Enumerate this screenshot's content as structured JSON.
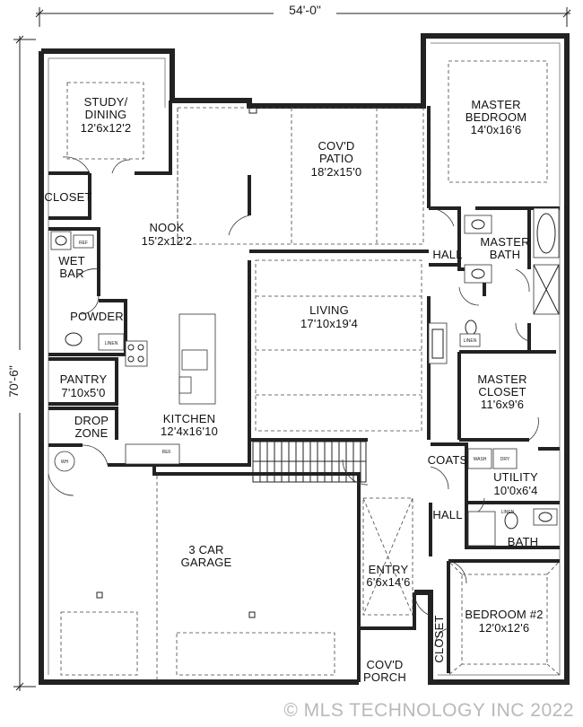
{
  "plan": {
    "width_dim": "54'-0\"",
    "depth_dim": "70'-6\"",
    "watermark": "© MLS TECHNOLOGY INC 2022",
    "rooms": {
      "study": {
        "name_1": "STUDY/",
        "name_2": "DINING",
        "size": "12'6x12'2"
      },
      "closet_study": {
        "name": "CLOSET"
      },
      "nook": {
        "name": "NOOK",
        "size": "15'2x12'2"
      },
      "wet_bar": {
        "name_1": "WET",
        "name_2": "BAR"
      },
      "powder": {
        "name": "POWDER"
      },
      "pantry": {
        "name": "PANTRY",
        "size": "7'10x5'0"
      },
      "drop_zone": {
        "name_1": "DROP",
        "name_2": "ZONE"
      },
      "kitchen": {
        "name": "KITCHEN",
        "size": "12'4x16'10"
      },
      "patio": {
        "name_1": "COV'D",
        "name_2": "PATIO",
        "size": "18'2x15'0"
      },
      "living": {
        "name": "LIVING",
        "size": "17'10x19'4"
      },
      "master_bedroom": {
        "name_1": "MASTER",
        "name_2": "BEDROOM",
        "size": "14'0x16'6"
      },
      "master_bath": {
        "name_1": "MASTER",
        "name_2": "BATH"
      },
      "hall_master": {
        "name": "HALL"
      },
      "master_closet": {
        "name_1": "MASTER",
        "name_2": "CLOSET",
        "size": "11'6x9'6"
      },
      "coats": {
        "name": "COATS"
      },
      "utility": {
        "name": "UTILITY",
        "size": "10'0x6'4"
      },
      "hall_bed": {
        "name": "HALL"
      },
      "bath": {
        "name": "BATH"
      },
      "garage": {
        "name_1": "3 CAR",
        "name_2": "GARAGE"
      },
      "entry": {
        "name": "ENTRY",
        "size": "6'6x14'6"
      },
      "porch": {
        "name_1": "COV'D",
        "name_2": "PORCH"
      },
      "bedroom2": {
        "name": "BEDROOM #2",
        "size": "12'0x12'6"
      },
      "closet_bed2": {
        "name": "CLOSET"
      }
    },
    "fixtures": {
      "linen_1": "LINEN",
      "linen_2": "LINEN",
      "linen_3": "LINEN",
      "ref_1": "REF",
      "ref_2": "REF.",
      "wh": "WH",
      "wash": "WASH",
      "dry": "DRY"
    }
  }
}
